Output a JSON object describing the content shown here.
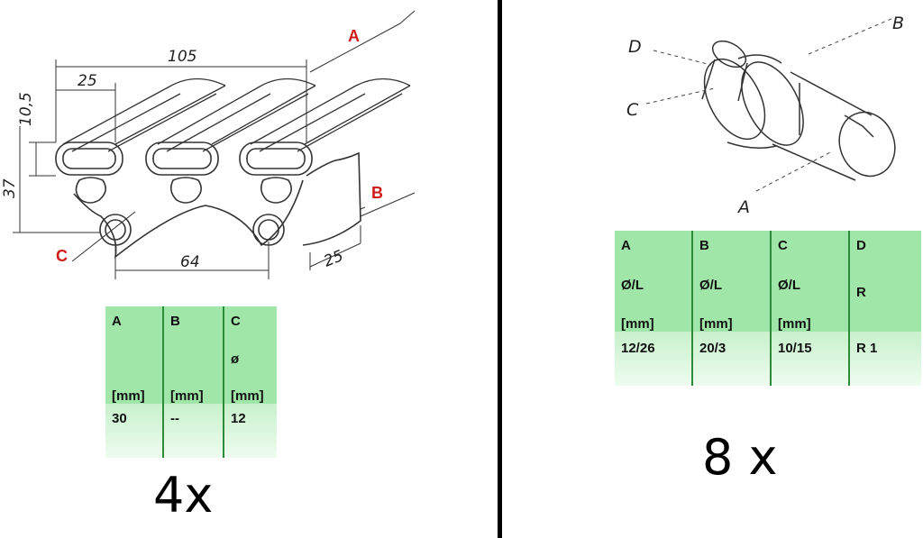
{
  "profile": {
    "dimensions": [
      "105",
      "25",
      "10,5",
      "37",
      "64",
      "25"
    ],
    "callouts": [
      "A",
      "B",
      "C"
    ],
    "table": {
      "headers": [
        {
          "name": "A",
          "sub": "",
          "unit": "[mm]"
        },
        {
          "name": "B",
          "sub": "",
          "unit": "[mm]"
        },
        {
          "name": "C",
          "sub": "ø",
          "unit": "[mm]"
        }
      ],
      "values": [
        "30",
        "--",
        "12"
      ]
    },
    "quantity": "4x"
  },
  "pin": {
    "callouts": [
      "A",
      "B",
      "C",
      "D"
    ],
    "table": {
      "headers": [
        {
          "name": "A",
          "sub": "Ø/L",
          "unit": "[mm]"
        },
        {
          "name": "B",
          "sub": "Ø/L",
          "unit": "[mm]"
        },
        {
          "name": "C",
          "sub": "Ø/L",
          "unit": "[mm]"
        },
        {
          "name": "D",
          "sub": "R",
          "unit": ""
        }
      ],
      "values": [
        "12/26",
        "20/3",
        "10/15",
        "R 1"
      ]
    },
    "quantity": "8 x"
  },
  "colors": {
    "callout_red": "#d01a1a",
    "table_green": "#9fe6a8",
    "table_divider": "#2f8a3a"
  }
}
